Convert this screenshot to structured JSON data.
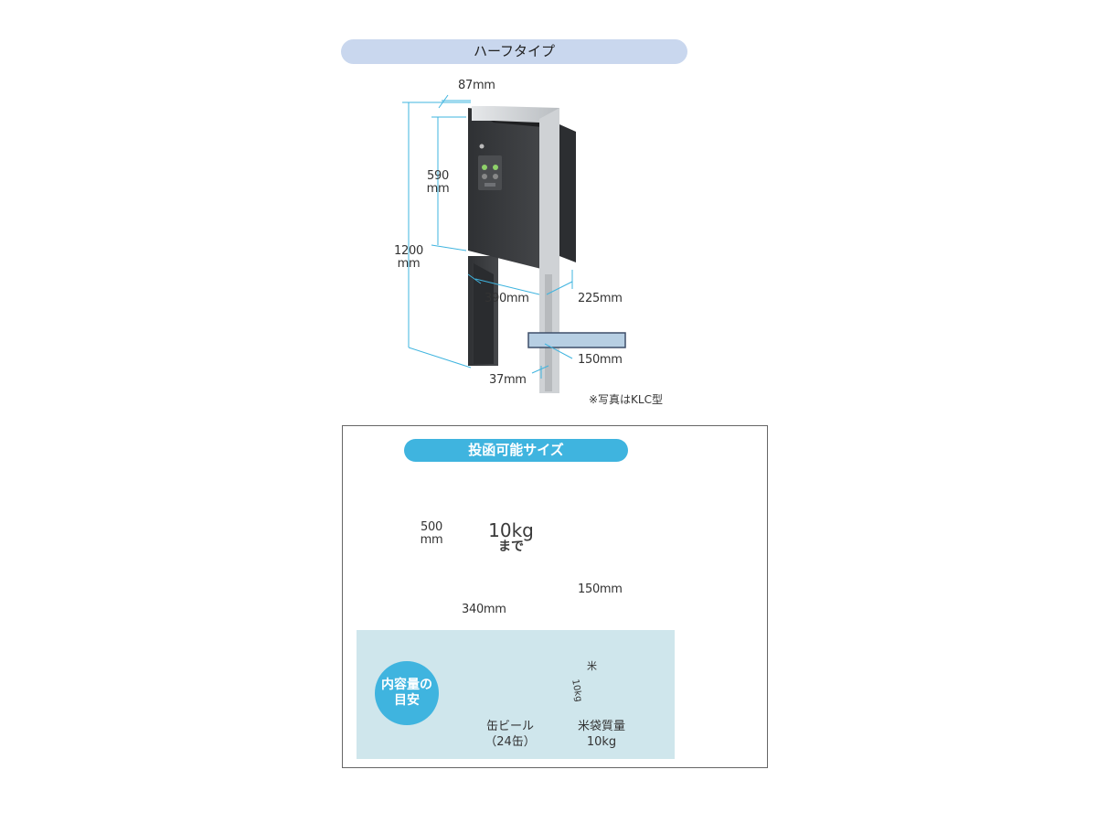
{
  "half_type": {
    "title": "ハーフタイプ",
    "dims": {
      "top_width": "87mm",
      "door_h_num": "590",
      "door_h_unit": "mm",
      "total_h_num": "1200",
      "total_h_unit": "mm",
      "width": "390mm",
      "depth": "225mm",
      "post_w": "37mm",
      "post_d": "150mm"
    },
    "note": "※写真はKLC型"
  },
  "insert_size": {
    "title": "投函可能サイズ",
    "box_weight": "10kg",
    "box_weight_sub": "まで",
    "height_num": "500",
    "height_unit": "mm",
    "width": "340mm",
    "depth": "150mm"
  },
  "capacity": {
    "badge_line1": "内容量の",
    "badge_line2": "目安",
    "beer_line1": "缶ビール",
    "beer_line2": "（24缶）",
    "rice_line1": "米袋質量",
    "rice_line2": "10kg",
    "rice_bag_mark": "米",
    "rice_bag_weight": "10kg"
  },
  "colors": {
    "dim_line": "#3fb4df",
    "badge": "#3fb4df",
    "title_pill": "#c9d7ee",
    "panel": "#cfe6ec",
    "mailbox_body": "#3b3d40",
    "mailbox_frame": "#cdd0d3"
  }
}
